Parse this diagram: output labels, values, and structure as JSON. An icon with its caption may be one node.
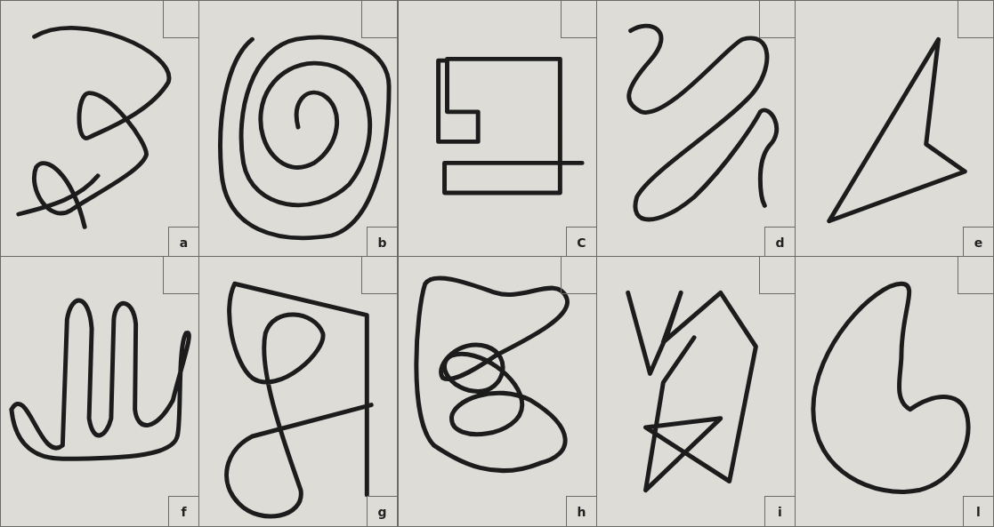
{
  "diagram": {
    "nodes": [
      {
        "text": [],
        "shape": "box"
      },
      {
        "text": [
          "a"
        ]
      },
      {
        "text": [],
        "shape": "box"
      },
      {
        "text": [
          "b"
        ]
      },
      {
        "text": [],
        "shape": "box"
      },
      {
        "text": [
          "C"
        ]
      },
      {
        "text": [],
        "shape": "box"
      },
      {
        "text": [
          "d"
        ]
      },
      {
        "text": [],
        "shape": "box"
      },
      {
        "text": [
          "e"
        ]
      },
      {
        "text": [],
        "shape": "box"
      },
      {
        "text": [
          "f"
        ]
      },
      {
        "text": [],
        "shape": "box"
      },
      {
        "text": [
          "g"
        ]
      },
      {
        "text": [],
        "shape": "box"
      },
      {
        "text": [
          "h"
        ]
      },
      {
        "text": [],
        "shape": "box"
      },
      {
        "text": [
          "i"
        ]
      },
      {
        "text": [],
        "shape": "box"
      },
      {
        "text": [
          "l"
        ]
      }
    ]
  }
}
